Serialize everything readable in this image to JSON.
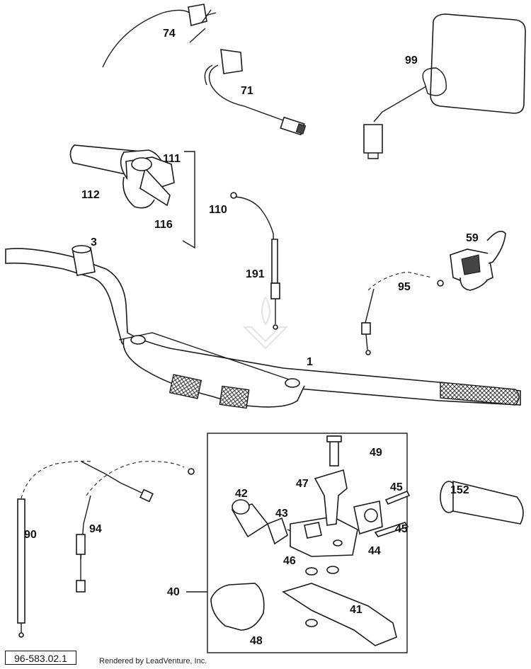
{
  "diagram": {
    "doc_id": "96-583.02.1",
    "credit": "Rendered by LeadVenture, Inc.",
    "watermark": "LEADVENTURE",
    "callouts": {
      "p1": "1",
      "p3": "3",
      "p40": "40",
      "p41": "41",
      "p42": "42",
      "p43": "43",
      "p44": "44",
      "p45a": "45",
      "p45b": "45",
      "p46": "46",
      "p47": "47",
      "p48": "48",
      "p49": "49",
      "p59": "59",
      "p71": "71",
      "p74": "74",
      "p90": "90",
      "p94": "94",
      "p95": "95",
      "p99": "99",
      "p110": "110",
      "p111": "111",
      "p112": "112",
      "p116": "116",
      "p152": "152",
      "p191": "191"
    }
  }
}
